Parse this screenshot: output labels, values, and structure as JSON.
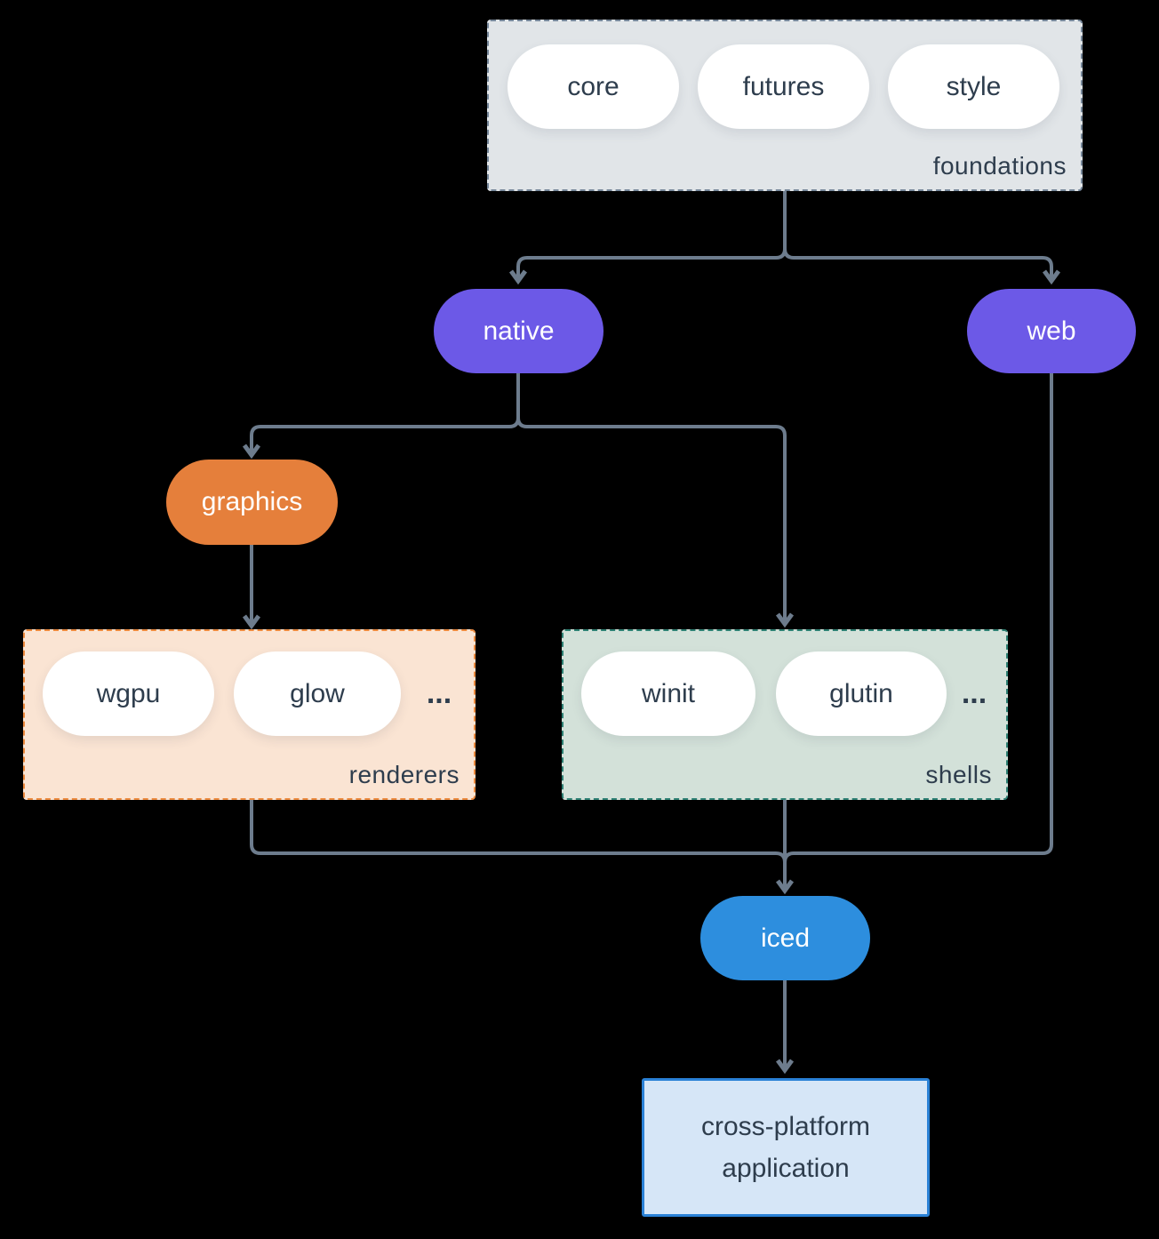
{
  "diagram": {
    "palette": {
      "background": "#000000",
      "arrow": "#6d7c8d",
      "pill_bg": "#ffffff",
      "text_dark": "#2e3d4d",
      "text_light": "#ffffff"
    },
    "foundations": {
      "label": "foundations",
      "pills": [
        "core",
        "futures",
        "style"
      ],
      "bg": "#e1e5e8",
      "border_color": "#76879a"
    },
    "native": {
      "label": "native",
      "bg": "#6c59e7"
    },
    "web": {
      "label": "web",
      "bg": "#6c59e7"
    },
    "graphics": {
      "label": "graphics",
      "bg": "#e57f3b"
    },
    "renderers": {
      "label": "renderers",
      "pills": [
        "wgpu",
        "glow"
      ],
      "ellipsis": "...",
      "bg": "#fae4d3",
      "border_color": "#ec8a3e"
    },
    "shells": {
      "label": "shells",
      "pills": [
        "winit",
        "glutin"
      ],
      "ellipsis": "...",
      "bg": "#d3e1d9",
      "border_color": "#2d8073"
    },
    "iced": {
      "label": "iced",
      "bg": "#2d8ede"
    },
    "application": {
      "lines": [
        "cross-platform",
        "application"
      ],
      "bg": "#d6e6f7",
      "border_color": "#2a81d6"
    }
  }
}
